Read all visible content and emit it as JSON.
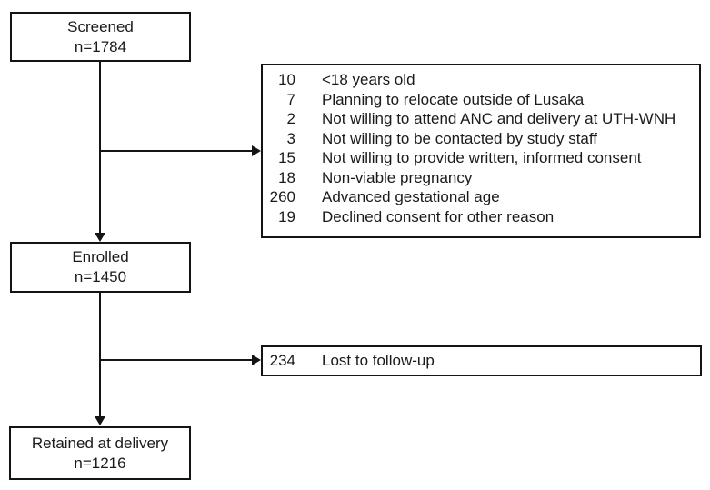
{
  "diagram": {
    "boxes": {
      "screened": {
        "label": "Screened",
        "n": "n=1784"
      },
      "enrolled": {
        "label": "Enrolled",
        "n": "n=1450"
      },
      "retained": {
        "label": "Retained at delivery",
        "n": "n=1216"
      }
    },
    "exclusions": {
      "items": [
        {
          "count": "10",
          "reason": "<18 years old"
        },
        {
          "count": "7",
          "reason": "Planning to relocate outside of Lusaka"
        },
        {
          "count": "2",
          "reason": "Not willing to attend ANC and delivery at UTH-WNH"
        },
        {
          "count": "3",
          "reason": "Not willing to be contacted by study staff"
        },
        {
          "count": "15",
          "reason": "Not willing to provide written, informed consent"
        },
        {
          "count": "18",
          "reason": "Non-viable pregnancy"
        },
        {
          "count": "260",
          "reason": "Advanced gestational age"
        },
        {
          "count": "19",
          "reason": "Declined consent for other reason"
        }
      ]
    },
    "lost_to_followup": {
      "count": "234",
      "reason": "Lost to follow-up"
    },
    "colors": {
      "line": "#141414",
      "background": "#ffffff"
    }
  }
}
